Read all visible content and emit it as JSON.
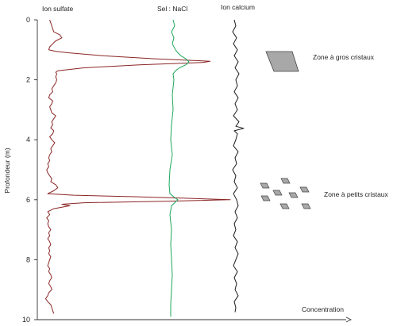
{
  "chart_data": {
    "type": "line",
    "orientation": "vertical-profile",
    "ylabel": "Profondeur (m)",
    "xlabel": "Concentration",
    "ylim": [
      0,
      10
    ],
    "y_inverted": true,
    "yticks": [
      0,
      2,
      4,
      6,
      8,
      10
    ],
    "grid": false,
    "series": [
      {
        "name": "Ion sulfate",
        "color": "#8b2525",
        "depth": [
          0,
          0.1,
          0.2,
          0.3,
          0.4,
          0.5,
          0.6,
          0.7,
          0.8,
          0.9,
          1.0,
          1.05,
          1.1,
          1.2,
          1.3,
          1.38,
          1.42,
          1.5,
          1.6,
          1.7,
          1.75,
          1.8,
          1.9,
          2.0,
          2.1,
          2.2,
          2.3,
          2.4,
          2.5,
          2.6,
          2.7,
          2.8,
          2.9,
          3.0,
          3.1,
          3.2,
          3.3,
          3.4,
          3.5,
          3.6,
          3.7,
          3.8,
          3.9,
          4.0,
          4.1,
          4.2,
          4.3,
          4.4,
          4.5,
          4.6,
          4.7,
          4.8,
          4.9,
          5.0,
          5.1,
          5.2,
          5.3,
          5.4,
          5.5,
          5.6,
          5.7,
          5.8,
          5.85,
          5.9,
          5.95,
          6.0,
          6.05,
          6.1,
          6.15,
          6.2,
          6.3,
          6.4,
          6.5,
          6.6,
          6.7,
          6.8,
          6.9,
          7.0,
          7.1,
          7.2,
          7.3,
          7.4,
          7.5,
          7.6,
          7.7,
          7.8,
          7.9,
          8.0,
          8.1,
          8.2,
          8.3,
          8.4,
          8.5,
          8.6,
          8.7,
          8.8,
          8.9,
          9.0,
          9.1,
          9.2,
          9.3,
          9.4,
          9.5,
          9.6,
          9.7,
          9.8
        ],
        "value": [
          6,
          7,
          8,
          9,
          10,
          16,
          18,
          12,
          9,
          6,
          5,
          12,
          25,
          60,
          110,
          165,
          158,
          95,
          40,
          14,
          12,
          13,
          12,
          13,
          12,
          10,
          8,
          9,
          6,
          5,
          9,
          8,
          6,
          7,
          8,
          12,
          10,
          8,
          9,
          7,
          10,
          9,
          6,
          8,
          11,
          9,
          7,
          8,
          6,
          5,
          6,
          4,
          5,
          3,
          4,
          6,
          8,
          7,
          12,
          14,
          10,
          4,
          30,
          90,
          140,
          185,
          120,
          40,
          18,
          26,
          10,
          4,
          6,
          3,
          5,
          4,
          5,
          7,
          5,
          6,
          4,
          6,
          7,
          5,
          6,
          5,
          7,
          6,
          5,
          4,
          6,
          5,
          7,
          8,
          6,
          5,
          7,
          8,
          5,
          4,
          2,
          4,
          7,
          8,
          9,
          10
        ]
      },
      {
        "name": "Sel : NaCl",
        "color": "#1ea85a",
        "depth": [
          0,
          0.2,
          0.4,
          0.6,
          0.8,
          1.0,
          1.1,
          1.2,
          1.3,
          1.4,
          1.5,
          1.6,
          1.7,
          1.8,
          2.0,
          2.5,
          3.0,
          3.5,
          4.0,
          4.5,
          5.0,
          5.5,
          5.8,
          5.95,
          6.0,
          6.1,
          6.2,
          6.5,
          7.0,
          7.5,
          8.0,
          8.5,
          9.0,
          9.5,
          9.9
        ],
        "value": [
          100,
          102,
          98,
          101,
          99,
          103,
          106,
          110,
          116,
          120,
          116,
          108,
          103,
          100,
          101,
          99,
          100,
          98,
          97,
          99,
          96,
          95,
          96,
          103,
          106,
          102,
          98,
          96,
          98,
          97,
          98,
          99,
          98,
          97,
          97
        ]
      },
      {
        "name": "Ion calcium",
        "color": "#1a1a1a",
        "depth": [
          0,
          0.2,
          0.4,
          0.6,
          0.8,
          1.0,
          1.2,
          1.4,
          1.6,
          1.8,
          2.0,
          2.2,
          2.4,
          2.6,
          2.8,
          3.0,
          3.2,
          3.4,
          3.55,
          3.62,
          3.7,
          3.8,
          4.0,
          4.2,
          4.4,
          4.6,
          4.8,
          5.0,
          5.2,
          5.4,
          5.6,
          5.8,
          6.0,
          6.2,
          6.4,
          6.6,
          6.8,
          7.0,
          7.2,
          7.4,
          7.6,
          7.8,
          8.0,
          8.2,
          8.4,
          8.6,
          8.8,
          9.0,
          9.2,
          9.4,
          9.6,
          9.75
        ],
        "value": [
          170,
          172,
          168,
          173,
          169,
          174,
          170,
          175,
          171,
          176,
          172,
          174,
          170,
          175,
          171,
          174,
          169,
          176,
          172,
          182,
          170,
          174,
          172,
          169,
          175,
          171,
          173,
          168,
          172,
          170,
          174,
          169,
          173,
          175,
          171,
          174,
          170,
          172,
          169,
          174,
          171,
          175,
          172,
          169,
          174,
          170,
          173,
          171,
          175,
          170,
          172,
          171
        ]
      }
    ],
    "annotations": [
      {
        "label": "Zone à gros cristaux",
        "depth": 1.4,
        "marker": "large-parallelogram",
        "marker_color": "#a8a8a8"
      },
      {
        "label": "Zone à petits cristaux",
        "depth": 6.0,
        "marker": "small-parallelograms",
        "marker_color": "#a8a8a8"
      }
    ]
  }
}
